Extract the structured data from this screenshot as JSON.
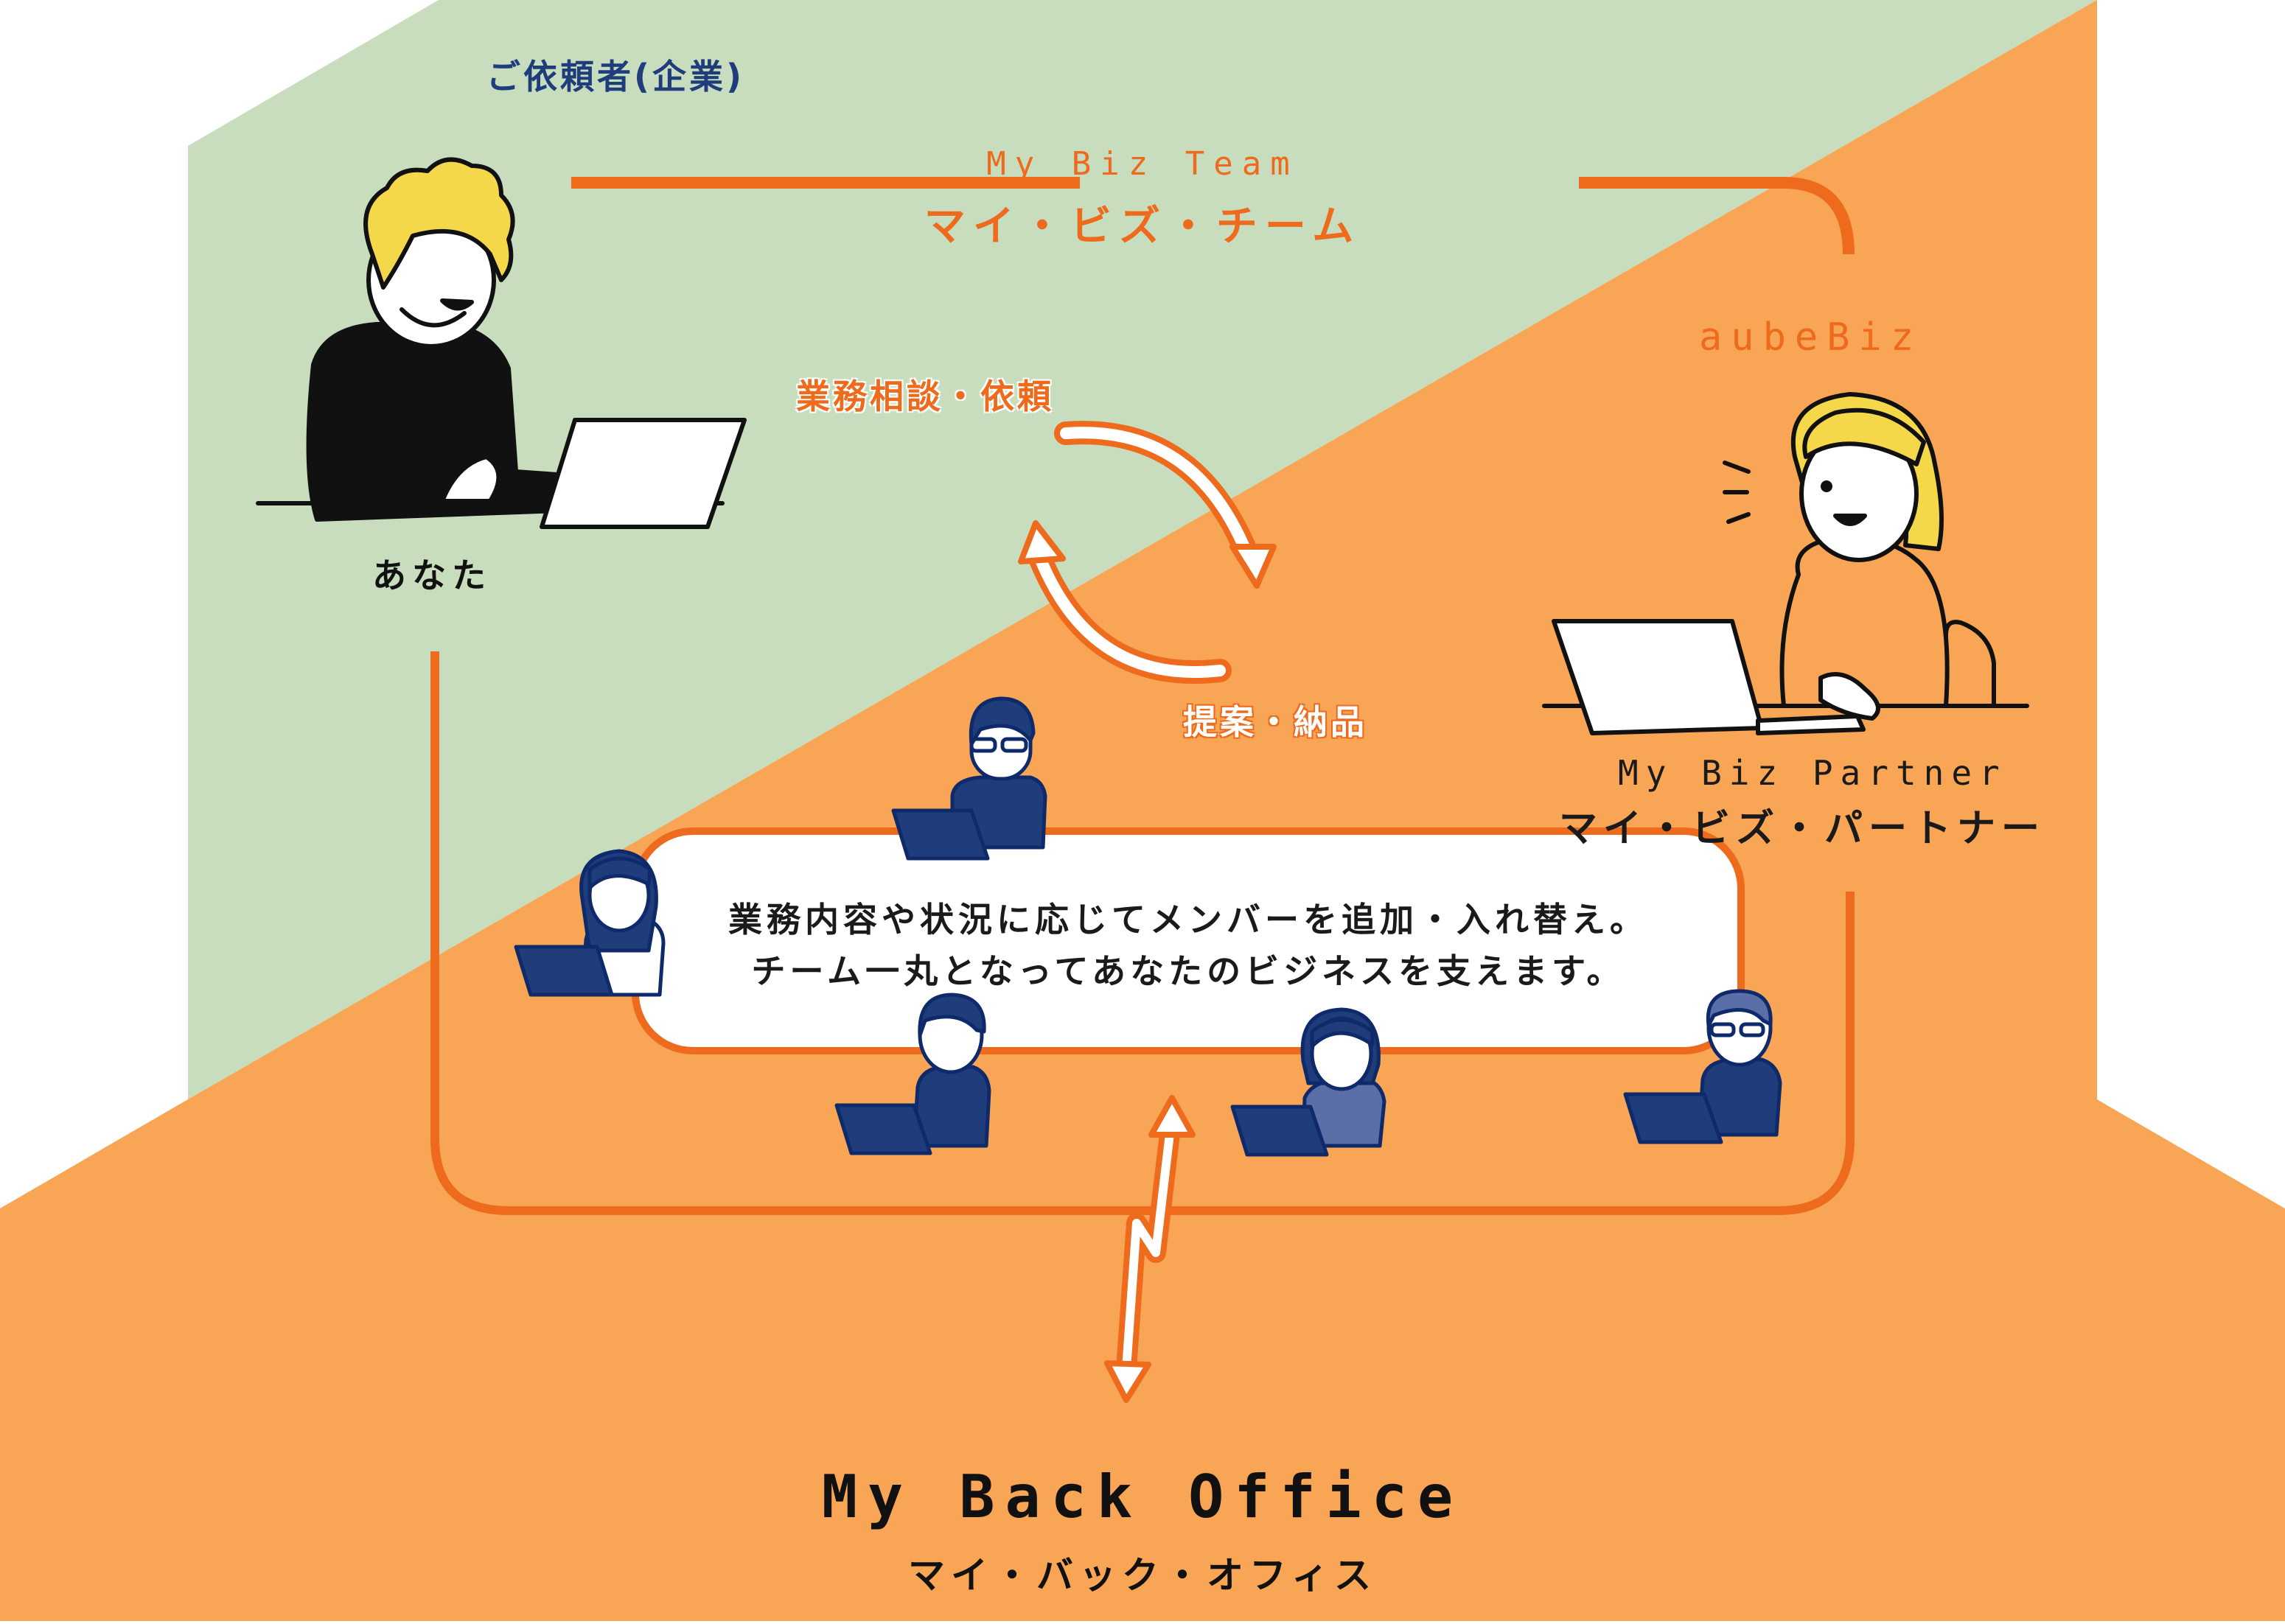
{
  "client_label": "ご依頼者(企業)",
  "team": {
    "name_en": "My Biz Team",
    "name_ja": "マイ・ビズ・チーム"
  },
  "you_label": "あなた",
  "provider_label": "aubeBiz",
  "flows": {
    "request": "業務相談・依頼",
    "deliver": "提案・納品"
  },
  "partner": {
    "name_en": "My Biz Partner",
    "name_ja": "マイ・ビズ・パートナー"
  },
  "message": {
    "line1": "業務内容や状況に応じてメンバーを追加・入れ替え。",
    "line2": "チーム一丸となってあなたのビジネスを支えます。"
  },
  "back_office": {
    "name_en": "My Back Office",
    "name_ja": "マイ・バック・オフィス"
  },
  "colors": {
    "client_bg": "#c7ddbd",
    "team_bg": "#f8a555",
    "accent": "#ee6a1c",
    "navy": "#1f3d7a",
    "hair_yellow": "#f5d84a"
  }
}
